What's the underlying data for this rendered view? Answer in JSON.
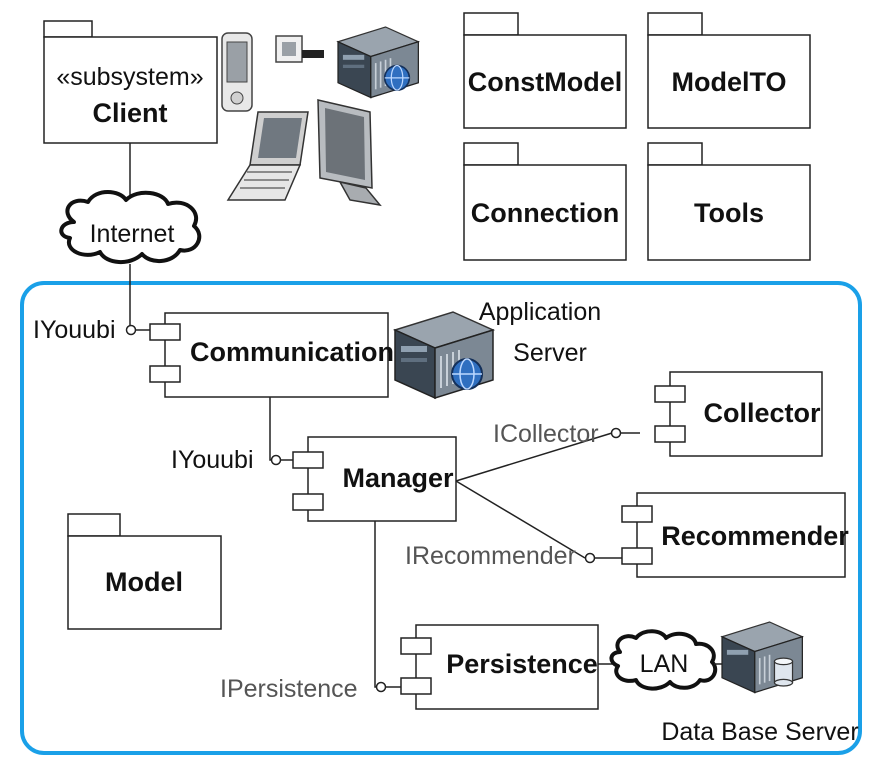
{
  "client": {
    "stereotype": "«subsystem»",
    "name": "Client"
  },
  "packages": {
    "const_model": "ConstModel",
    "model_to": "ModelTO",
    "connection": "Connection",
    "tools": "Tools",
    "model": "Model"
  },
  "clouds": {
    "internet": "Internet",
    "lan": "LAN"
  },
  "components": {
    "communication": "Communication",
    "manager": "Manager",
    "collector": "Collector",
    "recommender": "Recommender",
    "persistence": "Persistence"
  },
  "interfaces": {
    "iyouubi_1": "IYouubi",
    "iyouubi_2": "IYouubi",
    "icollector": "ICollector",
    "irecommender": "IRecommender",
    "ipersistence": "IPersistence"
  },
  "servers": {
    "application_line1": "Application",
    "application_line2": "Server",
    "database": "Data Base Server"
  },
  "colors": {
    "boundary": "#1aa0e8",
    "server_dark": "#3a4652",
    "server_light": "#8c98a4",
    "globe": "#2f6fc0"
  }
}
